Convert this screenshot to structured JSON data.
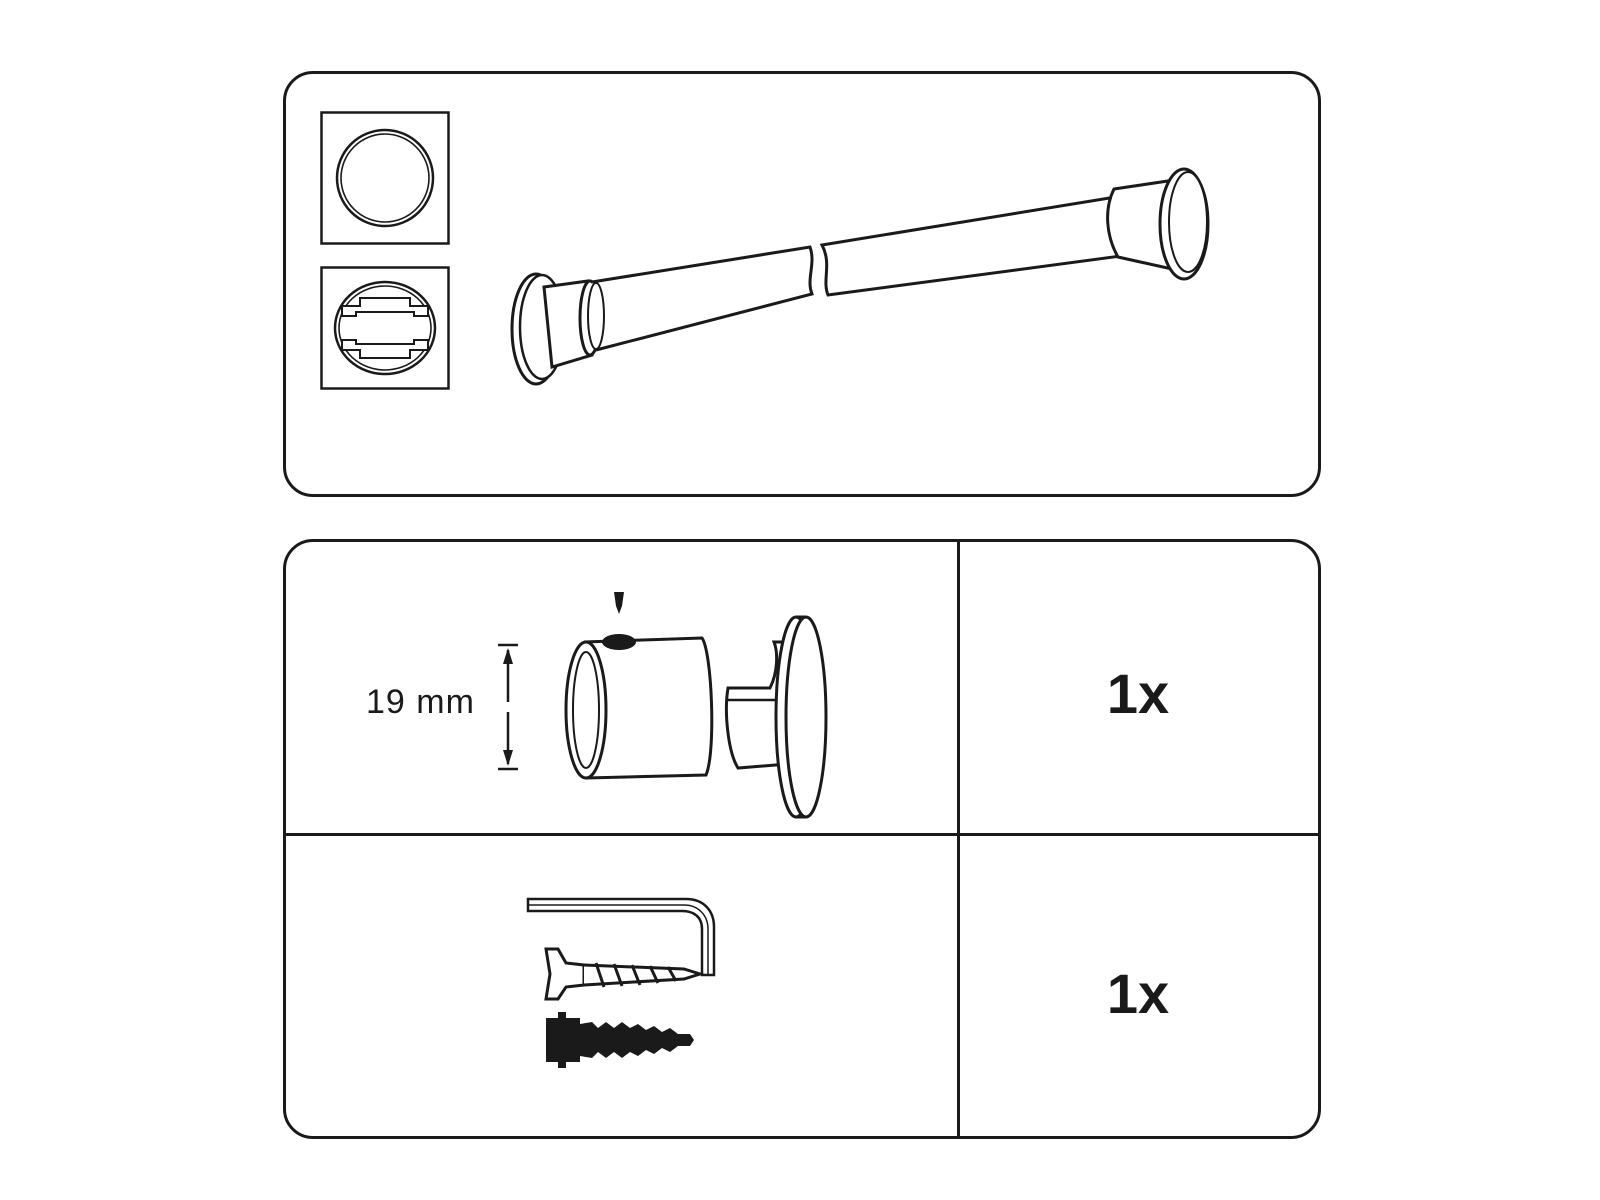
{
  "bracket_row": {
    "dimension_label": "19 mm",
    "quantity": "1x"
  },
  "hardware_row": {
    "quantity": "1x"
  },
  "colors": {
    "line": "#1a1a1a",
    "background": "#ffffff"
  },
  "icons": [
    "round-rod-profile-icon",
    "rail-profile-icon",
    "extendable-rod-icon",
    "wall-bracket-icon",
    "hex-key-icon",
    "screw-icon",
    "wall-plug-icon"
  ]
}
